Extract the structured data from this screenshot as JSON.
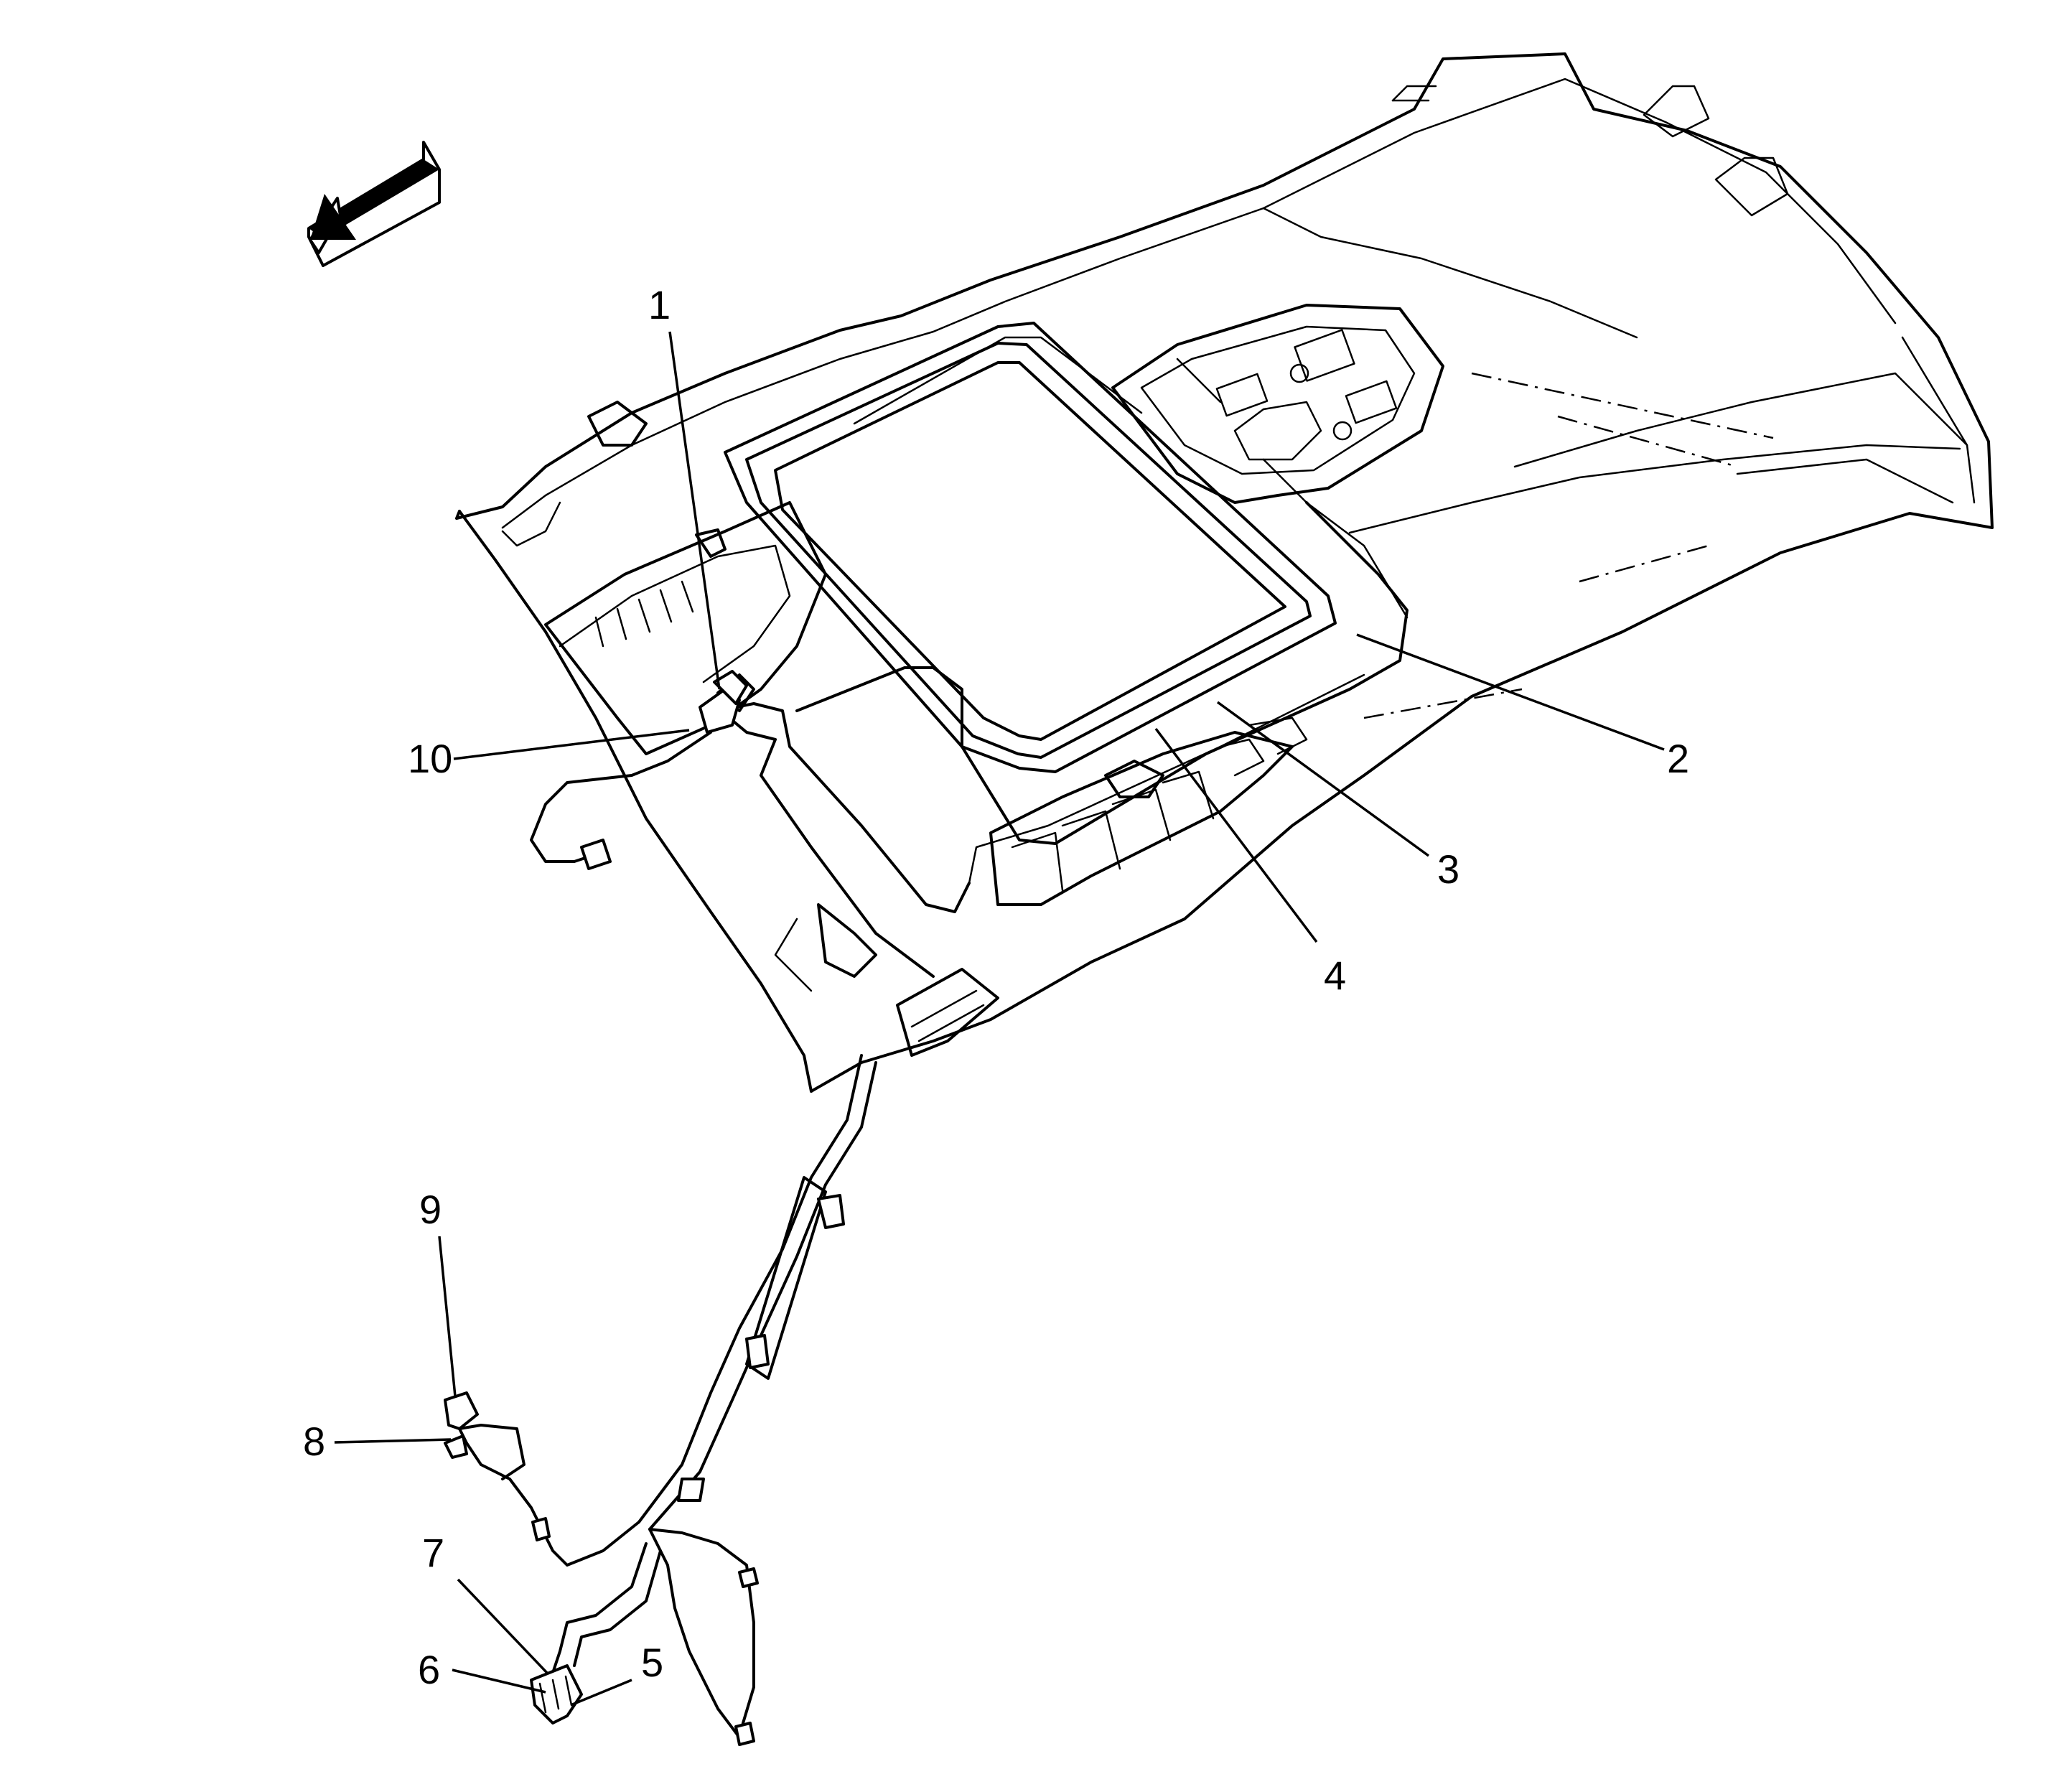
{
  "diagram": {
    "callouts": [
      {
        "id": "1",
        "label": "1"
      },
      {
        "id": "2",
        "label": "2"
      },
      {
        "id": "3",
        "label": "3"
      },
      {
        "id": "4",
        "label": "4"
      },
      {
        "id": "5",
        "label": "5"
      },
      {
        "id": "6",
        "label": "6"
      },
      {
        "id": "7",
        "label": "7"
      },
      {
        "id": "8",
        "label": "8"
      },
      {
        "id": "9",
        "label": "9"
      },
      {
        "id": "10",
        "label": "10"
      }
    ],
    "direction_arrow_icon": "front-arrow-icon"
  }
}
